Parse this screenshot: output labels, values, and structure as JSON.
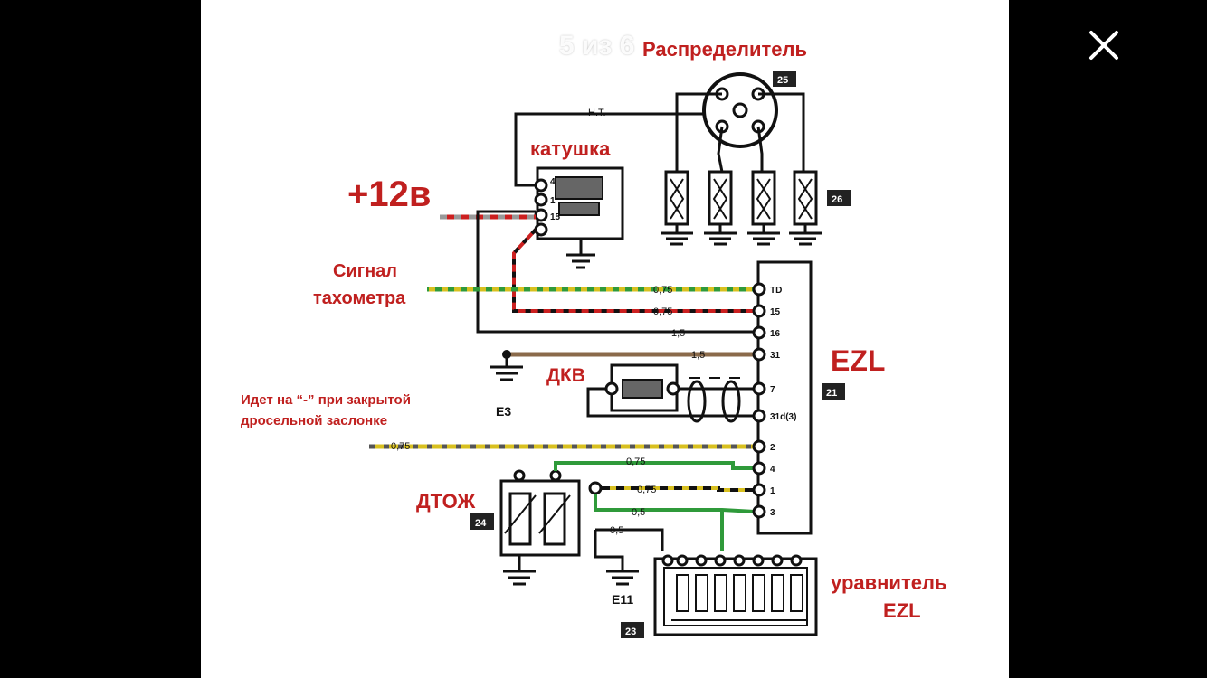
{
  "viewer": {
    "counter": "5 из 6",
    "close_icon": "close-icon"
  },
  "diagram": {
    "labels": {
      "distributor": "Распределитель",
      "coil": "катушка",
      "plus12": "+12в",
      "tacho_line1": "Сигнал",
      "tacho_line2": "тахометра",
      "ezl": "EZL",
      "dkv": "ДКВ",
      "e3": "E3",
      "note_line1": "Идет на “-” при закрытой",
      "note_line2": "дросельной заслонке",
      "dtozh": "ДТОЖ",
      "e11": "E11",
      "equalizer_line1": "уравнитель",
      "equalizer_line2": "EZL"
    },
    "boxes": {
      "b25": "25",
      "b26": "26",
      "b21": "21",
      "b24": "24",
      "b23": "23"
    },
    "coil_pins": {
      "p4": "4",
      "p1": "1",
      "p15": "15"
    },
    "hv_label": "H.T.",
    "ezl_pins": {
      "td": "TD",
      "p15": "15",
      "p16": "16",
      "p31": "31",
      "p7": "7",
      "p31d": "31d(3)",
      "p2": "2",
      "p4": "4",
      "p1": "1",
      "p3": "3"
    },
    "wire_sizes": {
      "td": "0,75",
      "p15": "0,75",
      "p16": "1,5",
      "p31": "1,5",
      "p2": "0,75",
      "p4": "0,75",
      "p1": "0,75",
      "p3": "0,5",
      "e11": "0,5"
    },
    "colors": {
      "label_red": "#c0201f",
      "wire_yellow": "#d8c020",
      "wire_green": "#2f9a3a",
      "wire_red": "#cc2020",
      "wire_brown": "#8a6a4a",
      "wire_black": "#111111"
    }
  }
}
